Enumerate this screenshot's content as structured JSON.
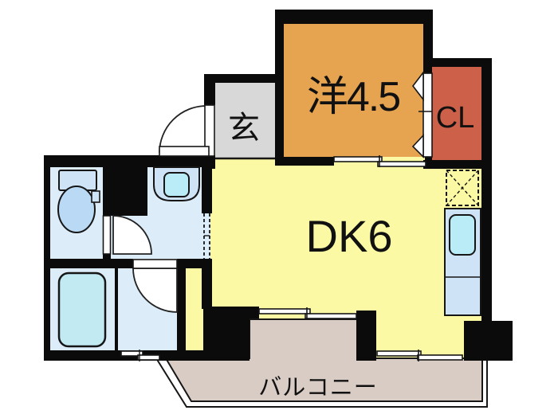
{
  "floor_plan": {
    "type": "japanese-apartment-floor-plan",
    "labels": {
      "entrance": "玄",
      "western_room": "洋4.5",
      "closet": "CL",
      "dining_kitchen": "DK6",
      "balcony": "バルコニー"
    },
    "colors": {
      "wall": "#0b0b0b",
      "dk_floor": "#fbf9a3",
      "western_room_floor": "#e6a350",
      "closet_floor": "#cd6049",
      "entrance_floor": "#d8d8d8",
      "wet_area_floor": "#dcecf9",
      "fixture_body": "#cfe3f7",
      "fixture_basin": "#b9ecf6",
      "toilet_bowl": "#b9d9f5",
      "bathtub": "#c2eaf3",
      "balcony_floor": "#d9ccc4",
      "line": "#161616",
      "symbol_fill": "#ffffff",
      "background": "#ffffff"
    },
    "rooms": [
      {
        "name": "western-room",
        "label": "洋4.5"
      },
      {
        "name": "closet",
        "label": "CL"
      },
      {
        "name": "entrance",
        "label": "玄"
      },
      {
        "name": "dining-kitchen",
        "label": "DK6"
      },
      {
        "name": "balcony",
        "label": "バルコニー"
      },
      {
        "name": "toilet-room",
        "label": ""
      },
      {
        "name": "washroom",
        "label": ""
      },
      {
        "name": "bathroom",
        "label": ""
      },
      {
        "name": "utility-room",
        "label": ""
      }
    ],
    "fixtures": [
      "toilet",
      "wash-basin",
      "bathtub",
      "kitchen-counter",
      "kitchen-sink",
      "refrigerator-space"
    ],
    "openings": [
      "entry-door",
      "toilet-door",
      "utility-door",
      "closet-folding-door",
      "room-sliding-door",
      "balcony-sliding-door",
      "kitchen-sliding-window",
      "utility-sliding-window",
      "washroom-open-doorway"
    ]
  }
}
